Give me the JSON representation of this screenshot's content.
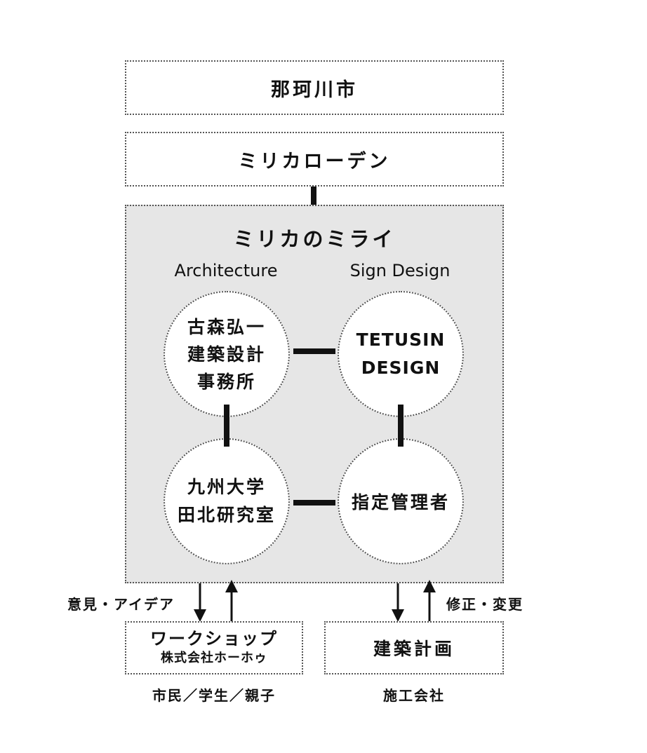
{
  "top_boxes": {
    "city": "那珂川市",
    "owner": "ミリカローデン"
  },
  "panel": {
    "title": "ミリカのミライ",
    "architecture_label": "Architecture",
    "sign_design_label": "Sign Design",
    "circles": {
      "furumori": "古森弘一\n建築設計\n事務所",
      "tetusin": "TETUSIN\nDESIGN",
      "kyushu": "九州大学\n田北研究室",
      "manager": "指定管理者"
    }
  },
  "bottom": {
    "left_arrow_label": "意見・アイデア",
    "right_arrow_label": "修正・変更",
    "workshop_title": "ワークショップ",
    "workshop_sub": "株式会社ホーホゥ",
    "workshop_caption": "市民／学生／親子",
    "plan_title": "建築計画",
    "plan_caption": "施工会社"
  }
}
